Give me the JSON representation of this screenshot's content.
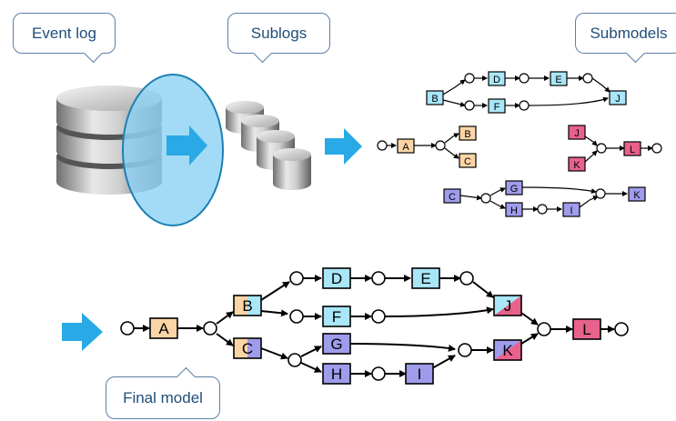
{
  "callouts": {
    "event_log": "Event log",
    "sublogs": "Sublogs",
    "submodels": "Submodels",
    "final_model": "Final model"
  },
  "colors": {
    "orange": "#fcd5a6",
    "cyan": "#a8e6f8",
    "pink": "#e8628c",
    "purple": "#9f9cec",
    "arrow_blue": "#29a9e6",
    "ellipse": "#8fd3f4",
    "callout_border": "#5b7fa6",
    "callout_text": "#1f4e79"
  },
  "submodels": {
    "m1": {
      "B": "B",
      "D": "D",
      "E": "E",
      "F": "F",
      "J": "J"
    },
    "m2": {
      "A": "A",
      "B": "B",
      "C": "C"
    },
    "m3": {
      "J": "J",
      "K": "K",
      "L": "L"
    },
    "m4": {
      "C": "C",
      "G": "G",
      "H": "H",
      "I": "I",
      "K": "K"
    }
  },
  "final": {
    "A": "A",
    "B": "B",
    "C": "C",
    "D": "D",
    "E": "E",
    "F": "F",
    "G": "G",
    "H": "H",
    "I": "I",
    "J": "J",
    "K": "K",
    "L": "L"
  }
}
